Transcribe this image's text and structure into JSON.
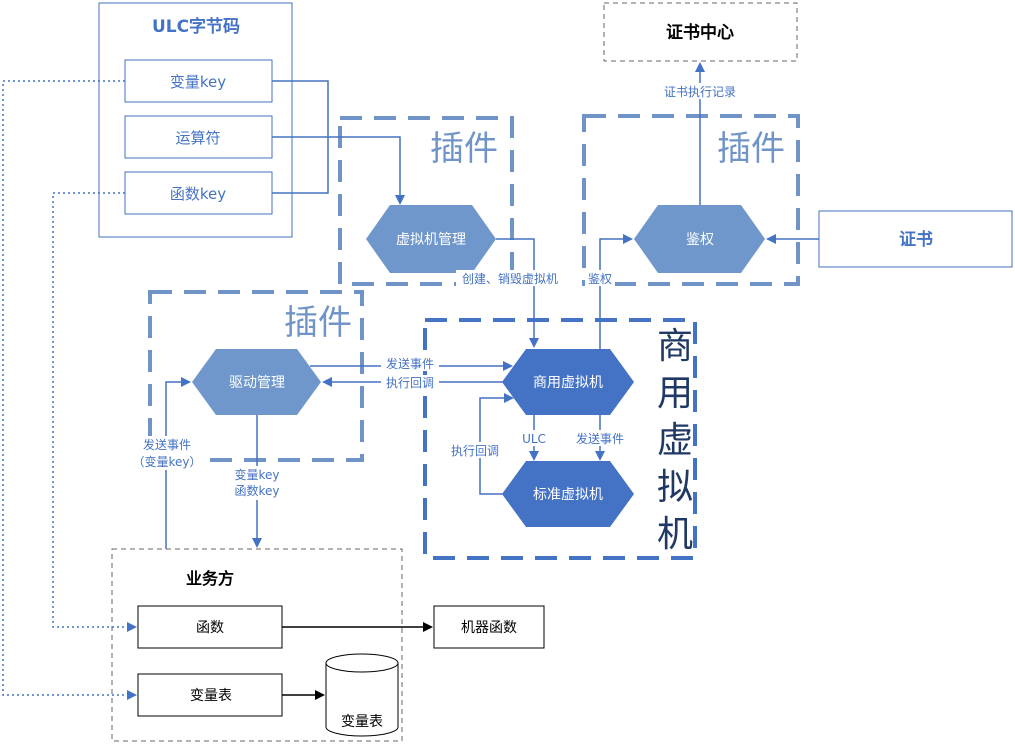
{
  "ulc_bytecode": {
    "title": "ULC字节码",
    "items": [
      "变量key",
      "运算符",
      "函数key"
    ]
  },
  "cert_center": {
    "label": "证书中心"
  },
  "cert": {
    "label": "证书"
  },
  "plugins": {
    "label": "插件"
  },
  "commercial_vm": {
    "region_label": [
      "商",
      "用",
      "虚",
      "拟",
      "机"
    ]
  },
  "nodes": {
    "vm_manager": "虚拟机管理",
    "auth": "鉴权",
    "driver_manager": "驱动管理",
    "commercial_vm": "商用虚拟机",
    "standard_vm": "标准虚拟机"
  },
  "edge_labels": {
    "cert_record": "证书执行记录",
    "create_destroy": "创建、销毁虚拟机",
    "auth": "鉴权",
    "send_event": "发送事件",
    "exec_callback": "执行回调",
    "ulc": "ULC",
    "send_event_2": "发送事件",
    "exec_callback_2": "执行回调",
    "send_event_var_line1": "发送事件",
    "send_event_var_line2": "（变量key）",
    "var_func_line1": "变量key",
    "var_func_line2": "函数key"
  },
  "business": {
    "title": "业务方",
    "function": "函数",
    "var_table": "变量表",
    "var_table_db": "变量表"
  },
  "machine_function": {
    "label": "机器函数"
  },
  "colors": {
    "accent": "#4472C4",
    "hex_light": "#6F97CC",
    "hex_dark": "#4472C4",
    "plugin_border": "#7094C8"
  }
}
